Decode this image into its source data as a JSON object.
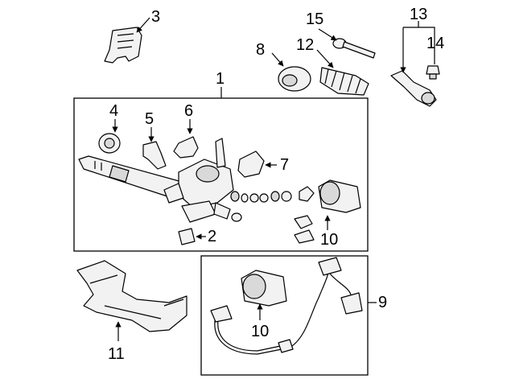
{
  "diagram": {
    "callouts": {
      "c1": "1",
      "c2": "2",
      "c3": "3",
      "c4": "4",
      "c5": "5",
      "c6": "6",
      "c7": "7",
      "c8": "8",
      "c9": "9",
      "c10a": "10",
      "c10b": "10",
      "c11": "11",
      "c12": "12",
      "c13": "13",
      "c14": "14",
      "c15": "15"
    }
  }
}
